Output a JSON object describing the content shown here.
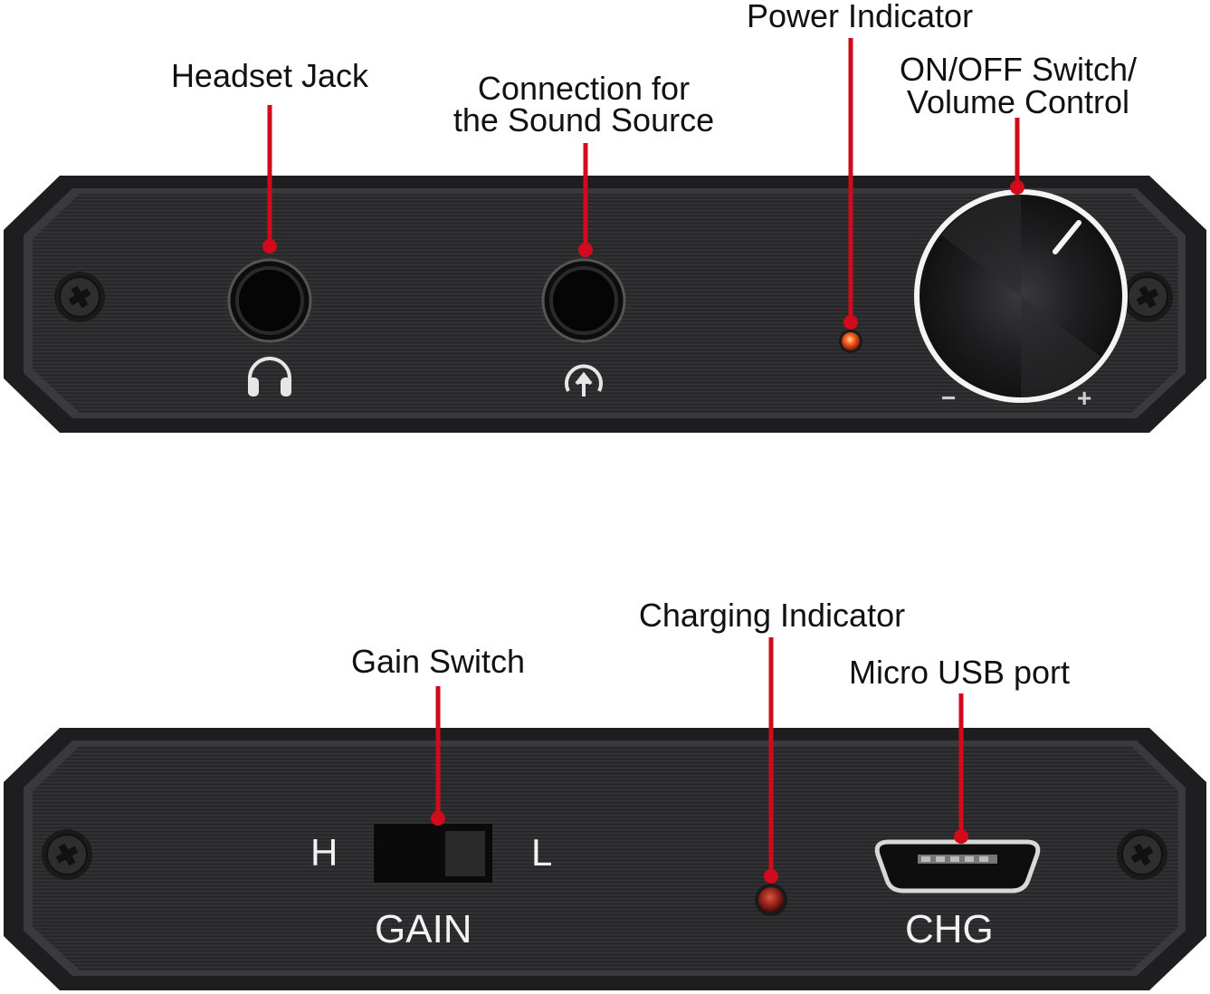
{
  "callouts": {
    "headset_jack": "Headset Jack",
    "sound_source": "Connection for\nthe Sound Source",
    "power_indicator": "Power Indicator",
    "on_off_volume": "ON/OFF Switch/\nVolume Control",
    "gain_switch": "Gain Switch",
    "charging_indicator": "Charging Indicator",
    "micro_usb": "Micro USB port"
  },
  "panel_marks": {
    "volume_minus": "−",
    "volume_plus": "+",
    "gain_high": "H",
    "gain_low": "L",
    "gain": "GAIN",
    "charge": "CHG"
  },
  "icons": {
    "headphones": "headphones-icon",
    "input": "audio-input-icon"
  },
  "colors": {
    "callout_red": "#d10a1c",
    "panel_dark": "#2b2b2d",
    "power_led": "#ff5a1f",
    "charge_led": "#a8241d"
  }
}
